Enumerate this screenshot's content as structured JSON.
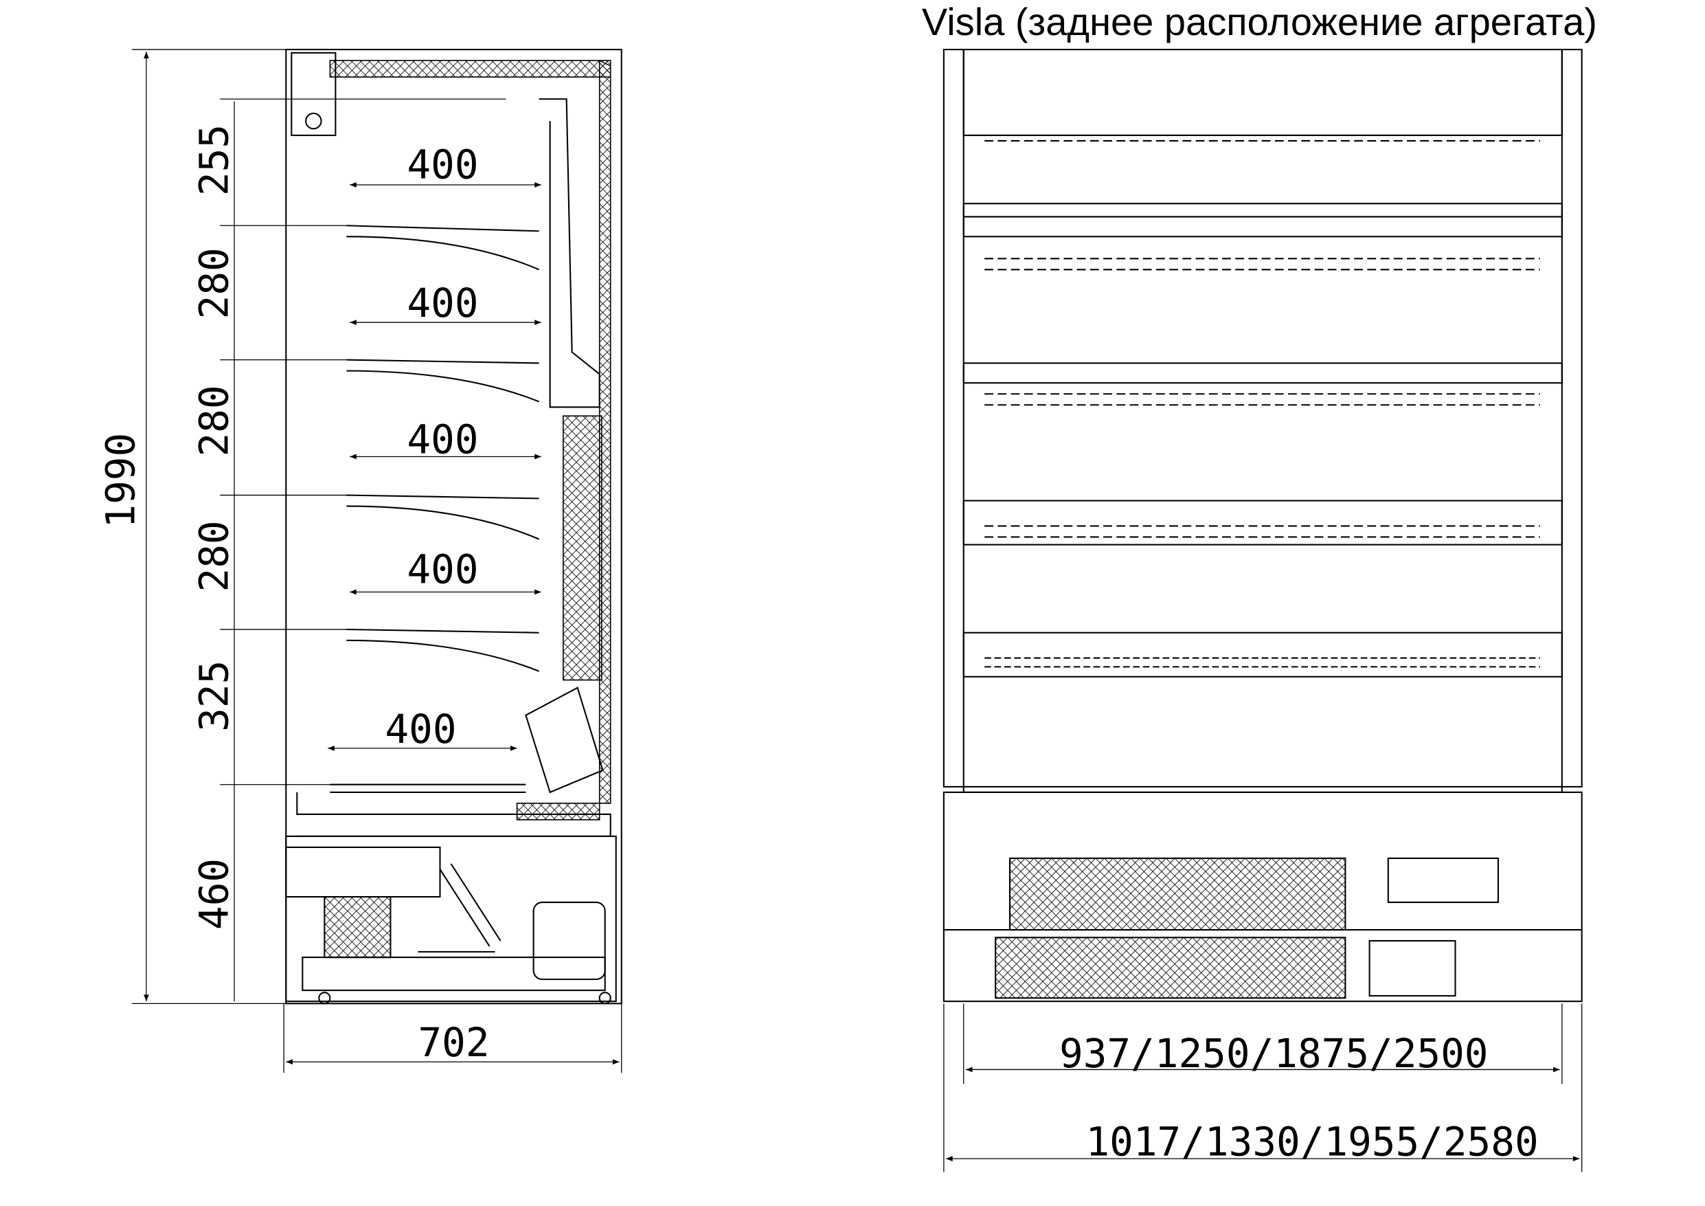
{
  "title": "Visla (заднее расположение агрегата)",
  "side_view": {
    "total_height": "1990",
    "segments": [
      "255",
      "280",
      "280",
      "280",
      "325",
      "460"
    ],
    "shelf_depths": [
      "400",
      "400",
      "400",
      "400",
      "400"
    ],
    "depth": "702"
  },
  "front_view": {
    "inner_widths": "937/1250/1875/2500",
    "outer_widths": "1017/1330/1955/2580"
  }
}
